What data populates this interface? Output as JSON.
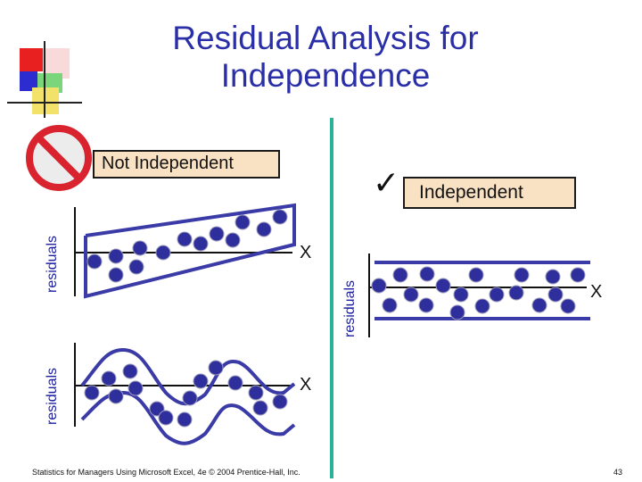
{
  "slide": {
    "title_line1": "Residual Analysis for",
    "title_line2": "Independence",
    "not_independent_label": "Not Independent",
    "independent_label": "Independent",
    "check_mark": "✓",
    "footer_left": "Statistics for Managers Using Microsoft Excel, 4e © 2004 Prentice-Hall, Inc.",
    "footer_right": "43"
  },
  "plots": {
    "top_left": {
      "ylabel": "residuals",
      "xlabel": "X"
    },
    "bottom_left": {
      "ylabel": "residuals",
      "xlabel": "X"
    },
    "right": {
      "ylabel": "residuals",
      "xlabel": "X"
    }
  },
  "colors": {
    "title": "#2a2fa8",
    "dot": "#2e2e9c",
    "band": "#3b3ba8",
    "divider": "#2bb39a",
    "label_box_fill": "#f9e2c4",
    "no_sign": "#d9232e"
  }
}
